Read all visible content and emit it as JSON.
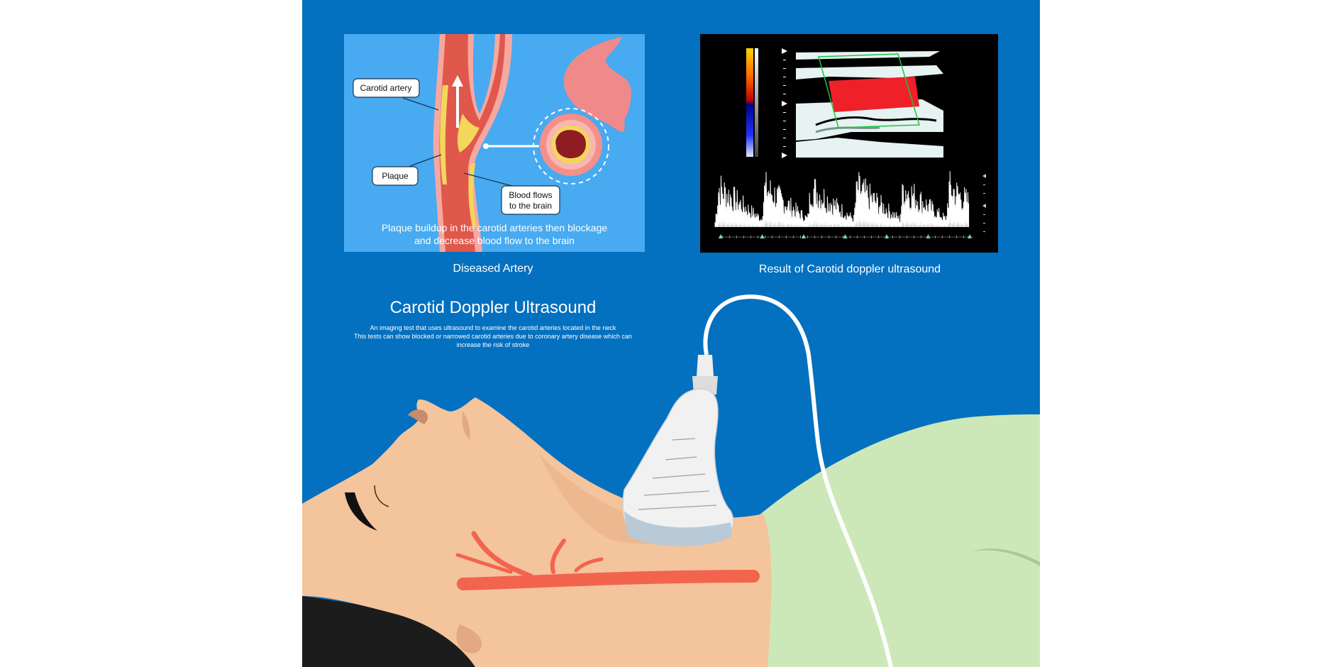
{
  "colors": {
    "background_blue": "#0470c0",
    "panel_blue": "#48aaf0",
    "artery_red": "#e0574c",
    "plaque_yellow": "#f3d65c",
    "skin": "#f4c49c",
    "gown_green": "#cce8b8",
    "doppler_red": "#ef2028",
    "white": "#ffffff"
  },
  "diseased_artery": {
    "label_carotid": "Carotid artery",
    "label_plaque": "Plaque",
    "label_blood_line1": "Blood flows",
    "label_blood_line2": "to the brain",
    "caption_line1": "Plaque buildup in the carotid arteries then blockage",
    "caption_line2": "and decrease blood flow to the brain",
    "title": "Diseased Artery"
  },
  "doppler_result": {
    "title": "Result of Carotid doppler ultrasound"
  },
  "main_heading": {
    "title": "Carotid Doppler Ultrasound",
    "line1": "An imaging test that uses ultrasound to examine the carotid arteries located in the neck",
    "line2": "This tests can show blocked or narrowed carotid arteries due to coronary artery disease which can",
    "line3": "increase the risk of stroke"
  },
  "icons": [
    "arrow-up-icon",
    "ultrasound-probe-icon",
    "artery-cross-section-icon"
  ]
}
